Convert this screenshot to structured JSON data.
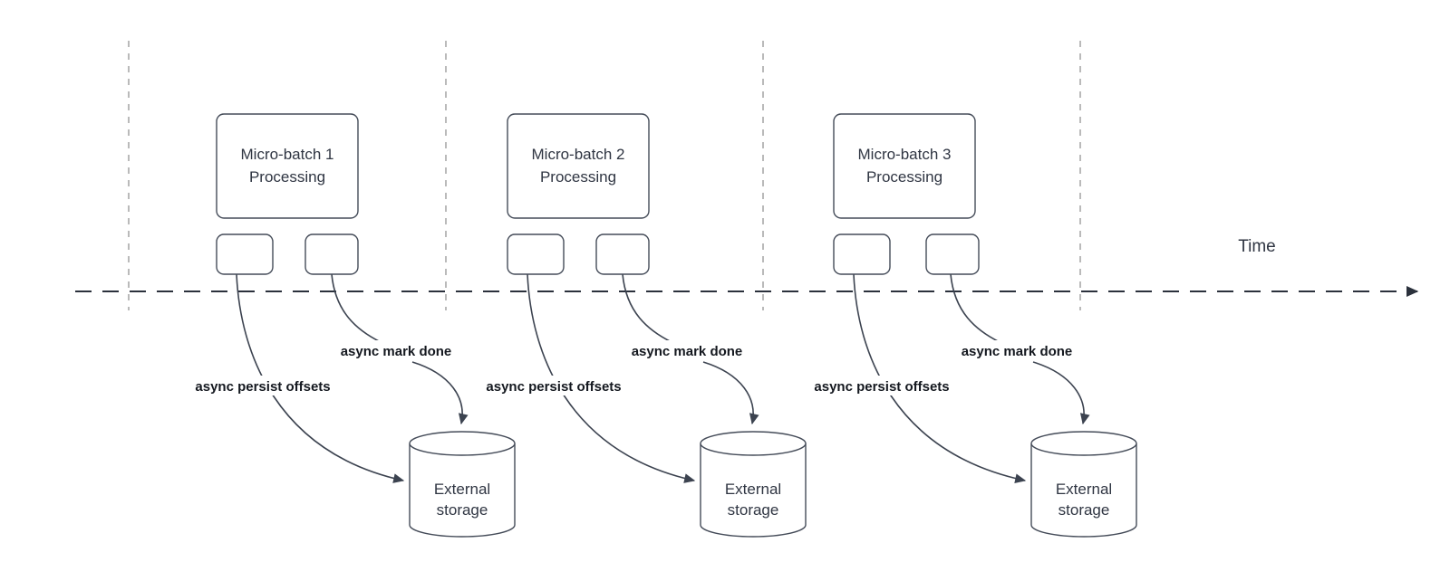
{
  "diagram": {
    "title_semantic": "Micro-batch async progress tracking over time",
    "time_axis": {
      "label": "Time"
    },
    "batches": [
      {
        "title_line1": "Micro-batch 1",
        "title_line2": "Processing",
        "persist_label": "async persist offsets",
        "done_label": "async mark done",
        "storage_line1": "External",
        "storage_line2": "storage"
      },
      {
        "title_line1": "Micro-batch 2",
        "title_line2": "Processing",
        "persist_label": "async persist offsets",
        "done_label": "async mark done",
        "storage_line1": "External",
        "storage_line2": "storage"
      },
      {
        "title_line1": "Micro-batch 3",
        "title_line2": "Processing",
        "persist_label": "async persist offsets",
        "done_label": "async mark done",
        "storage_line1": "External",
        "storage_line2": "storage"
      }
    ],
    "colors": {
      "background": "#ffffff",
      "shape_stroke": "#454c59",
      "curve_stroke": "#3c4350",
      "axis_stroke": "#2b313c",
      "guide_stroke": "#a3a3a3",
      "shape_text": "#2f3542",
      "label_text": "#14181f"
    }
  }
}
